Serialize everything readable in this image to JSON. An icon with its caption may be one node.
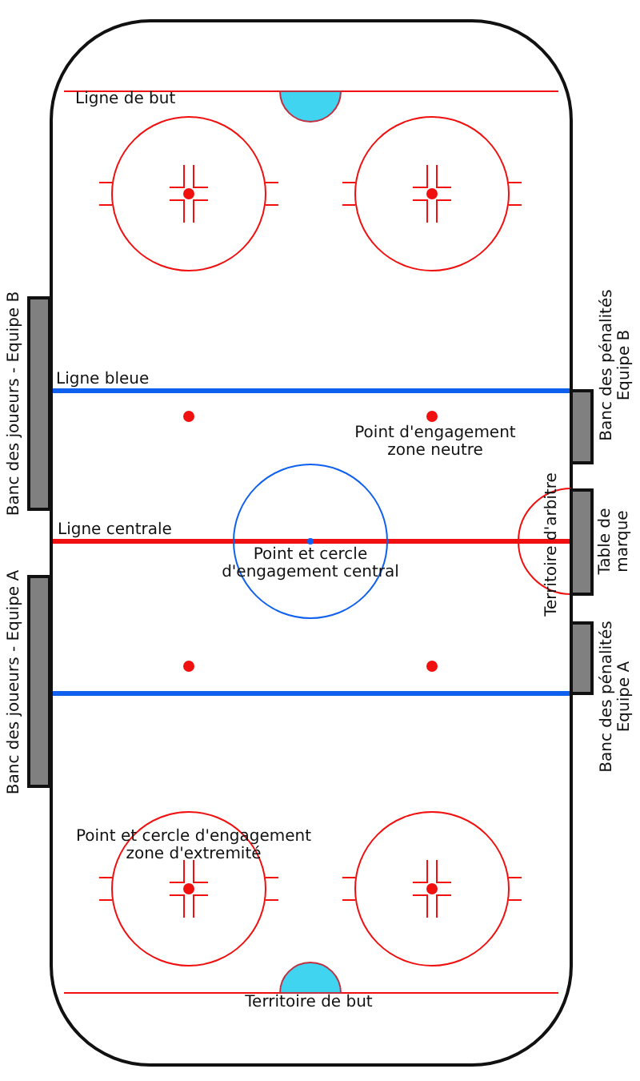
{
  "diagram": {
    "nodes": [
      {
        "text": [],
        "shape": "bar",
        "beside": [
          "Banc des joueurs - Equipe B"
        ]
      },
      {
        "text": [],
        "shape": "bar",
        "beside": [
          "Banc des joueurs - Equipe A"
        ]
      },
      {
        "text": [],
        "shape": "bar",
        "beside": [
          "Banc des pénalités Equipe B"
        ]
      },
      {
        "text": [],
        "shape": "bar",
        "beside": [
          "Table de marque"
        ]
      },
      {
        "text": [],
        "shape": "bar",
        "beside": [
          "Banc des pénalités Equipe A"
        ]
      }
    ],
    "labels": [
      "Ligne de but",
      "Ligne bleue",
      "Ligne centrale",
      "Point d'engagement zone neutre",
      "Point et cercle d'engagement central",
      "Territoire d'arbitre",
      "Point et cercle d'engagement zone d'extremité",
      "Territoire de but"
    ]
  }
}
